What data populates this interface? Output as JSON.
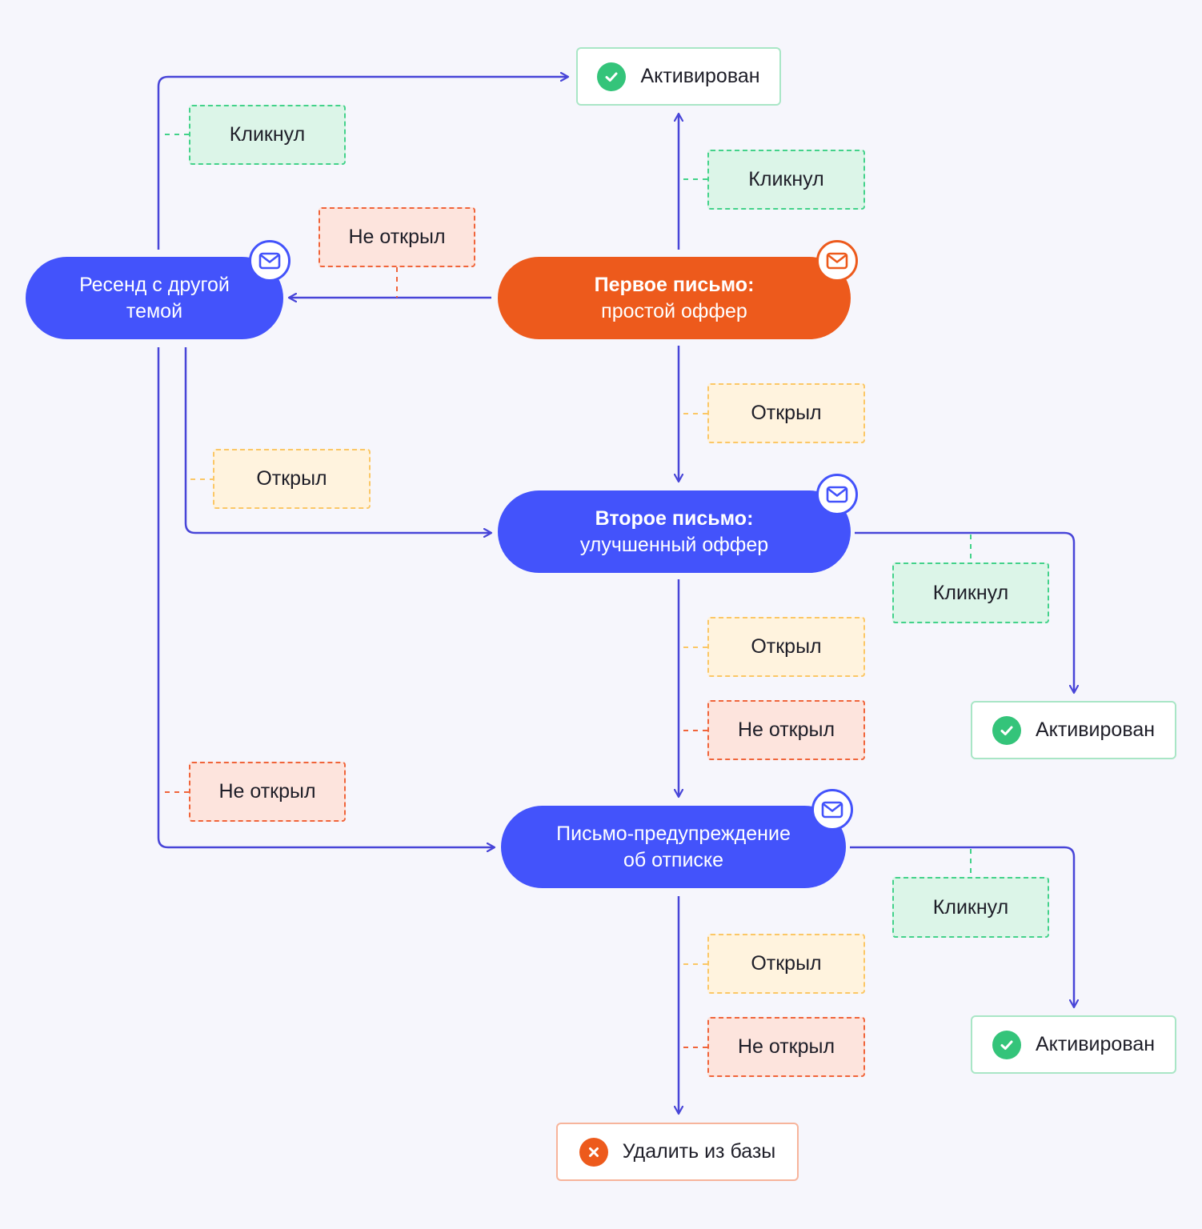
{
  "nodes": {
    "first": {
      "bold": "Первое письмо:",
      "text": "простой оффер",
      "color": "#ed5a1c"
    },
    "resend": {
      "line1": "Ресенд с другой",
      "line2": "темой",
      "color": "#4353fb"
    },
    "second": {
      "bold": "Второе письмо:",
      "text": "улучшенный оффер",
      "color": "#4353fb"
    },
    "warning": {
      "line1": "Письмо-предупреждение",
      "line2": "об отписке",
      "color": "#4353fb"
    }
  },
  "labels": {
    "clicked": "Кликнул",
    "opened": "Открыл",
    "not_opened": "Не открыл"
  },
  "results": {
    "activated": "Активирован",
    "delete": "Удалить из базы"
  },
  "icons": {
    "node": "mail-icon",
    "success": "check-icon",
    "failure": "cross-icon"
  },
  "colors": {
    "arrow": "#4845d8",
    "blue_node": "#4353fb",
    "orange_node": "#ed5a1c",
    "clicked": "#43d28a",
    "opened": "#fbc766",
    "not_opened": "#f0643a"
  }
}
